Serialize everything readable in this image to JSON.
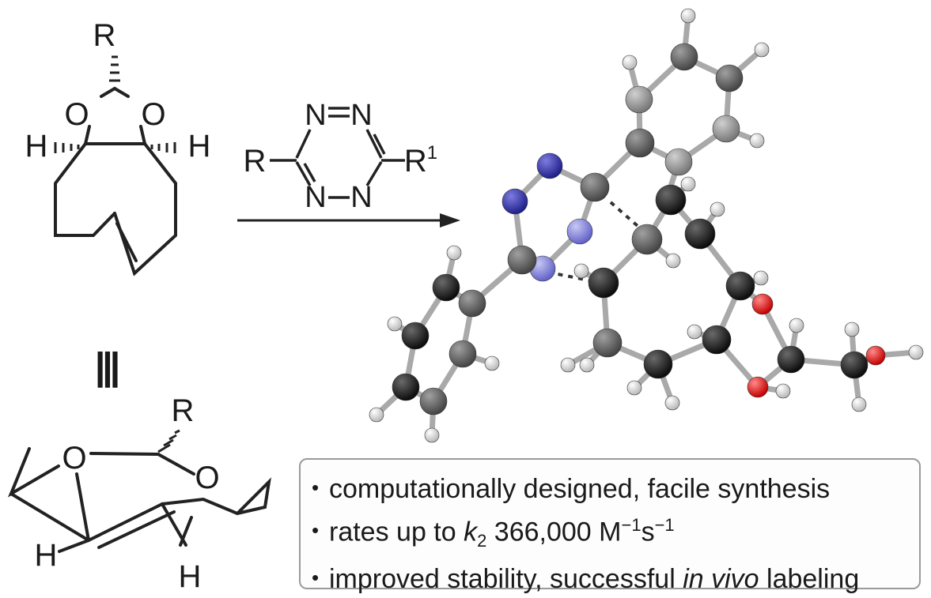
{
  "reactant_top": {
    "substituent": "R",
    "ring_oxygen_left": "O",
    "ring_oxygen_right": "O",
    "hydrogen_left": "H",
    "hydrogen_right": "H"
  },
  "tetrazine": {
    "substituent_left": "R",
    "substituent_right": "R",
    "substituent_right_sup": "1",
    "n_top_left": "N",
    "n_top_right": "N",
    "n_bottom_left": "N",
    "n_bottom_right": "N"
  },
  "equivalence_symbol": "|||",
  "conformer": {
    "substituent": "R",
    "oxygen_left": "O",
    "oxygen_right": "O",
    "hydrogen_left": "H",
    "hydrogen_right": "H"
  },
  "features": {
    "item1": "computationally designed, facile synthesis",
    "item2_prefix": "rates up to ",
    "item2_k": "k",
    "item2_sub": "2",
    "item2_value": " 366,000 M",
    "item2_sup1": "−1",
    "item2_s": "s",
    "item2_sup2": "−1",
    "item3_prefix": "improved stability, successful ",
    "item3_italic": "in vivo",
    "item3_suffix": " labeling"
  },
  "atom_colors": {
    "carbon_dark": "#1c1c1c",
    "carbon_mid": "#5f5f5f",
    "carbon_light": "#8f8f8f",
    "hydrogen": "#e6e6e6",
    "nitrogen_dark": "#2f2f9a",
    "nitrogen_light": "#7b7bd6",
    "oxygen": "#e01010"
  }
}
